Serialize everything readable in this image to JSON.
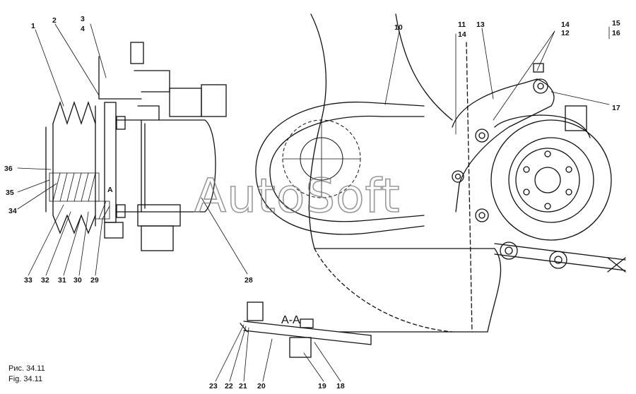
{
  "figure": {
    "caption_ru": "Рис. 34.11",
    "caption_en": "Fig. 34.11",
    "section_label": "A-A",
    "section_marker": "A",
    "watermark": "AutoSoft"
  },
  "callouts": [
    "1",
    "2",
    "3",
    "4",
    "10",
    "11",
    "14",
    "13",
    "14",
    "12",
    "15",
    "16",
    "17",
    "36",
    "35",
    "34",
    "33",
    "32",
    "31",
    "30",
    "29",
    "28",
    "23",
    "22",
    "21",
    "20",
    "19",
    "18"
  ]
}
